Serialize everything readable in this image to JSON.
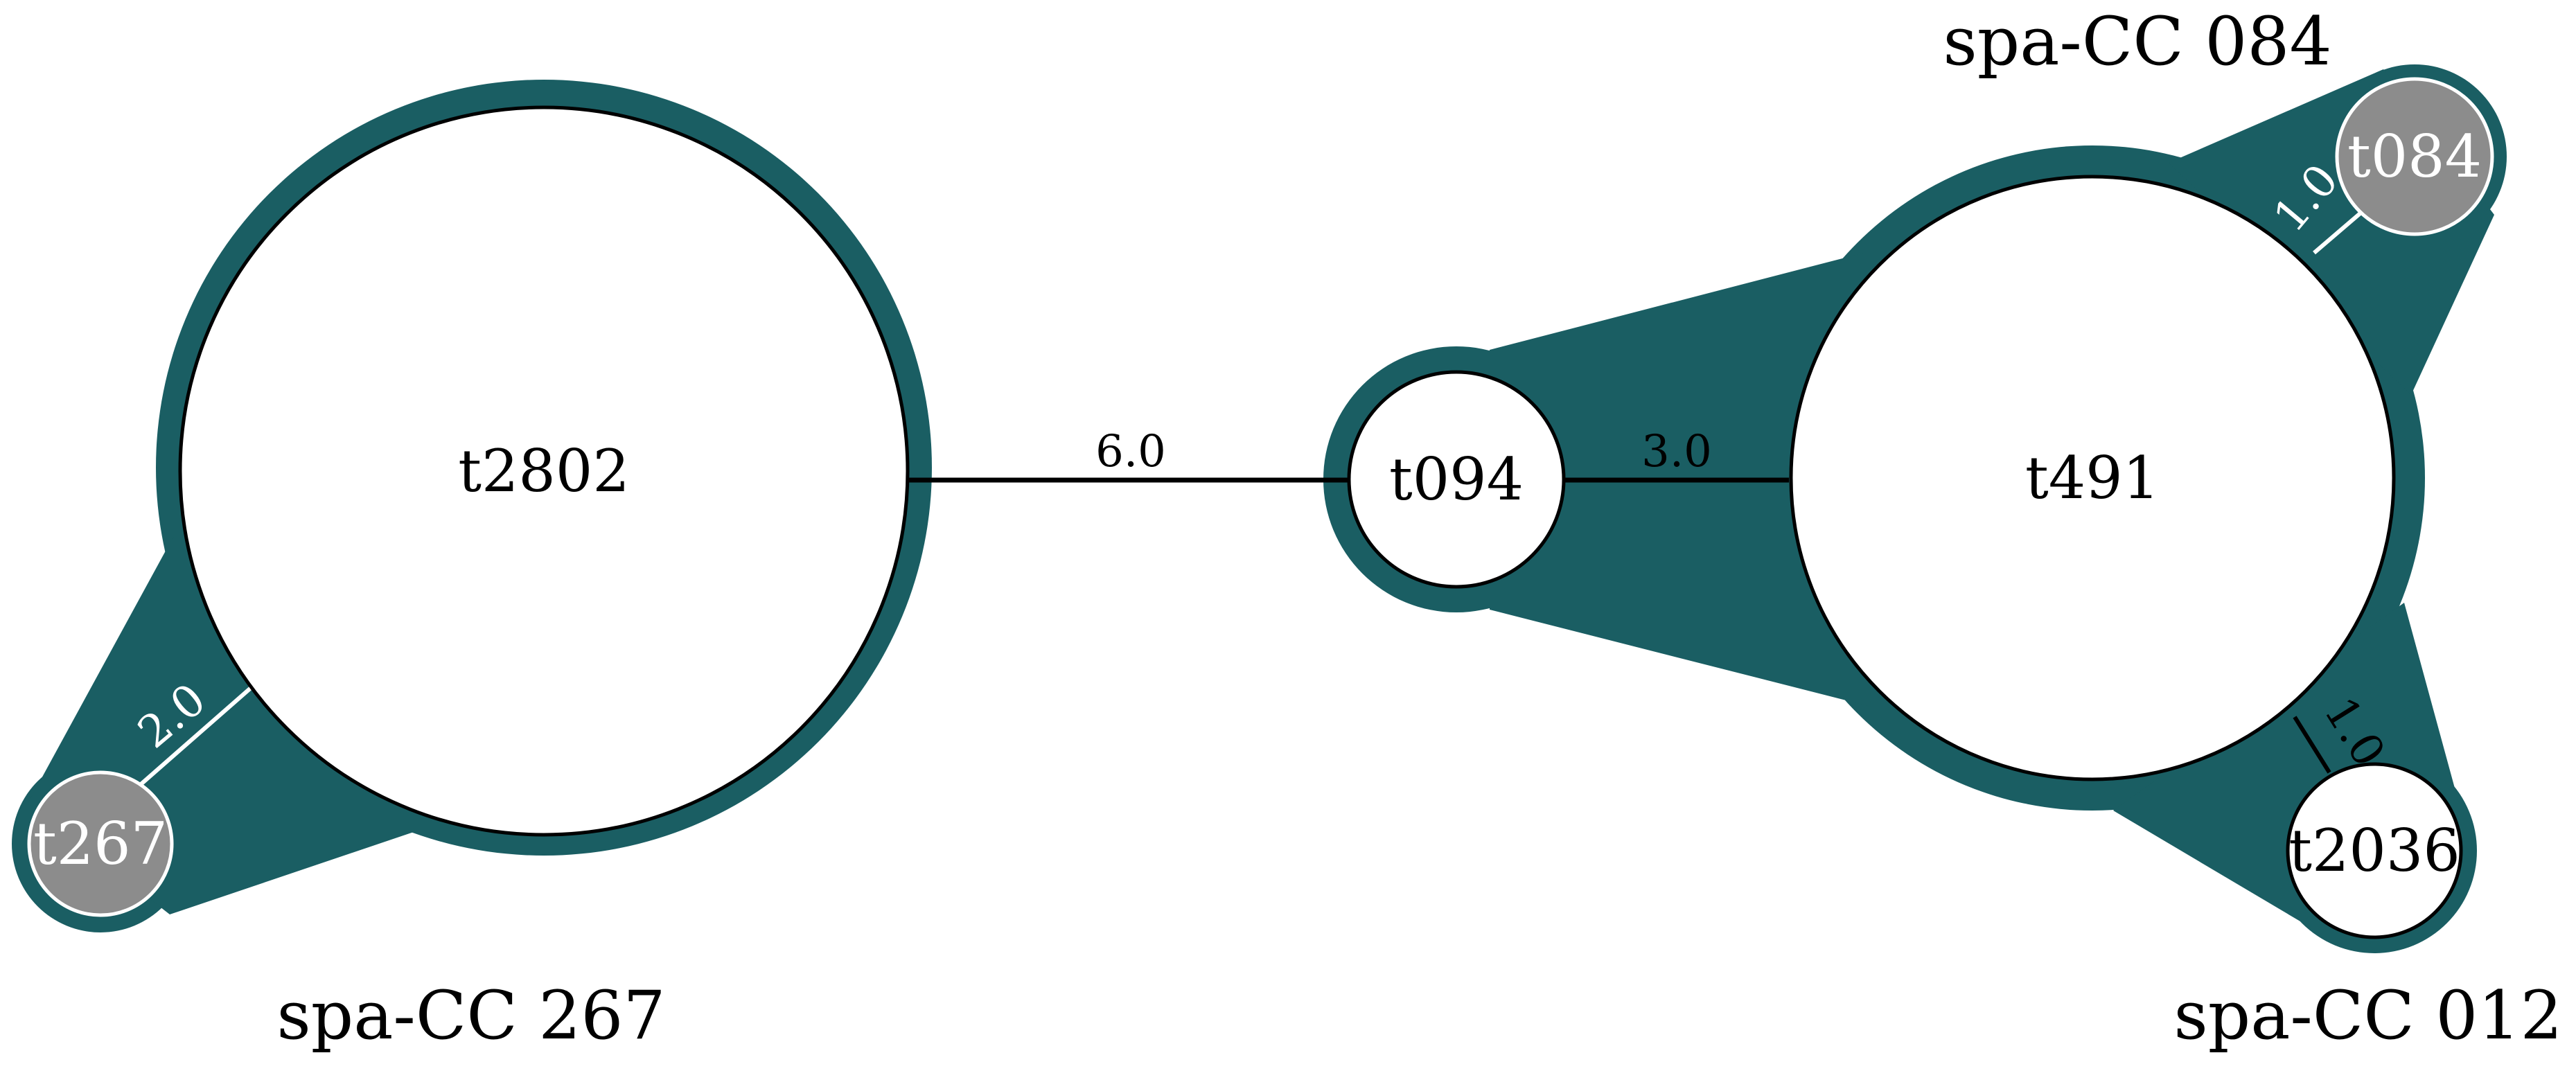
{
  "colors": {
    "cluster": "#1a5e63",
    "node_fill": "#ffffff",
    "node_grey": "#8c8c8c",
    "edge": "#000000",
    "edge_light": "#ffffff"
  },
  "nodes": [
    {
      "id": "t2802",
      "label": "t2802",
      "fill": "white"
    },
    {
      "id": "t267",
      "label": "t267",
      "fill": "grey"
    },
    {
      "id": "t094",
      "label": "t094",
      "fill": "white"
    },
    {
      "id": "t491",
      "label": "t491",
      "fill": "white"
    },
    {
      "id": "t084",
      "label": "t084",
      "fill": "grey"
    },
    {
      "id": "t2036",
      "label": "t2036",
      "fill": "white"
    }
  ],
  "edges": [
    {
      "id": "t2802-t094",
      "source": "t2802",
      "target": "t094",
      "weight": "6.0"
    },
    {
      "id": "t094-t491",
      "source": "t094",
      "target": "t491",
      "weight": "3.0"
    },
    {
      "id": "t2802-t267",
      "source": "t2802",
      "target": "t267",
      "weight": "2.0"
    },
    {
      "id": "t491-t084",
      "source": "t491",
      "target": "t084",
      "weight": "1.0"
    },
    {
      "id": "t491-t2036",
      "source": "t491",
      "target": "t2036",
      "weight": "1.0"
    }
  ],
  "clusters": [
    {
      "id": "cc267",
      "label": "spa-CC 267"
    },
    {
      "id": "cc084",
      "label": "spa-CC 084"
    },
    {
      "id": "cc012",
      "label": "spa-CC 012"
    }
  ]
}
